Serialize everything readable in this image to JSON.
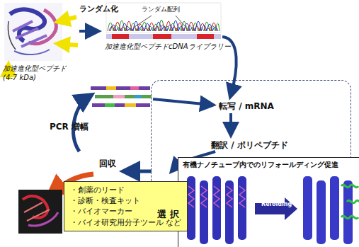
{
  "diagram": {
    "nodes": [
      {
        "text": [
          "転写 / mRNA",
          "翻訳 / ポリペプチド",
          "選 択"
        ]
      },
      {
        "text": [
          "有機ナノチューブ内でのリフォールディング促進",
          "Refolding"
        ],
        "in": 0
      },
      {
        "text": [
          "・創薬のリード",
          "・診断・検査キット",
          "・バイオマーカー",
          "・バイオ研究用分子ツール など"
        ]
      }
    ],
    "labels": [
      "ランダム化",
      "加速進化型ペプチド (4-7 kDa)",
      "ランダム配列",
      "加速進化型ペプチドcDNAライブラリー",
      "PCR 増幅",
      "回収"
    ]
  }
}
